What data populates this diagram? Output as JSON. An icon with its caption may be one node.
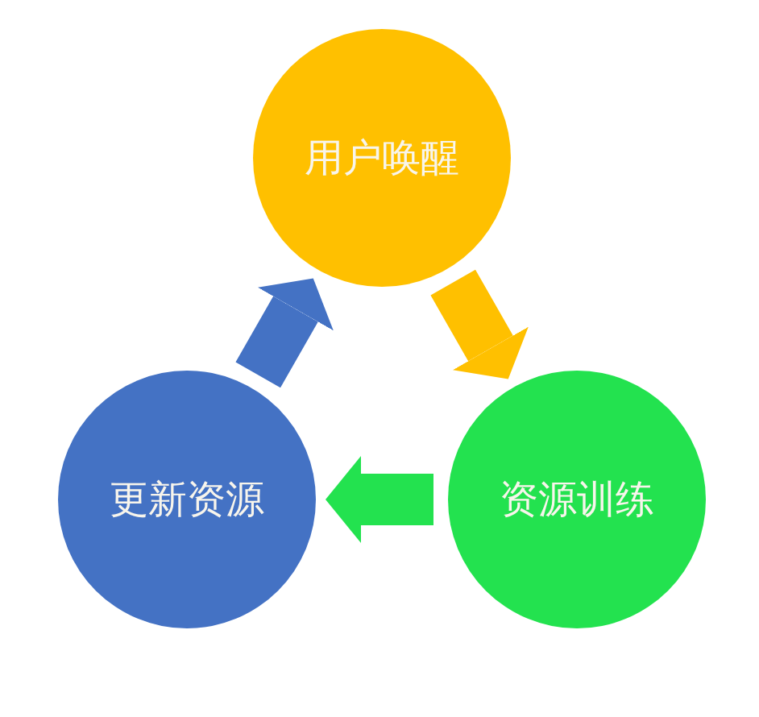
{
  "diagram": {
    "nodes": [
      {
        "text": [
          "用户唤醒"
        ]
      },
      {
        "text": [
          "更新资源"
        ]
      },
      {
        "text": [
          "资源训练"
        ]
      }
    ],
    "edges": [
      {
        "from": 0,
        "to": 2,
        "arrow": "to",
        "color": "#ffc000"
      },
      {
        "from": 2,
        "to": 1,
        "arrow": "to",
        "color": "#23e24f"
      },
      {
        "from": 1,
        "to": 0,
        "arrow": "to",
        "color": "#4472c4"
      }
    ]
  }
}
